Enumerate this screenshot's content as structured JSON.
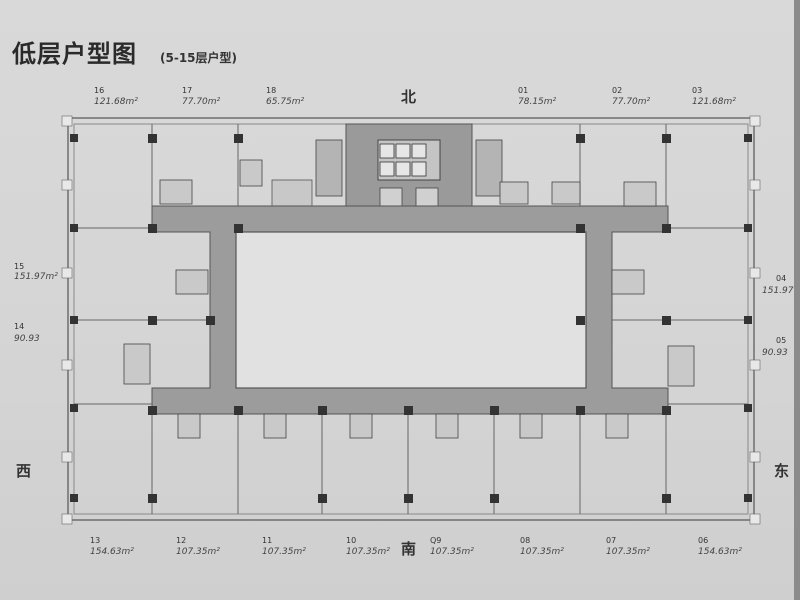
{
  "title": "低层户型图",
  "subtitle": "(5-15层户型)",
  "directions": {
    "north": "北",
    "south": "南",
    "west": "西",
    "east": "东"
  },
  "units": [
    {
      "no": "16",
      "area": "121.68m²"
    },
    {
      "no": "17",
      "area": "77.70m²"
    },
    {
      "no": "18",
      "area": "65.75m²"
    },
    {
      "no": "01",
      "area": "78.15m²"
    },
    {
      "no": "02",
      "area": "77.70m²"
    },
    {
      "no": "03",
      "area": "121.68m²"
    },
    {
      "no": "15",
      "area": "151.97m²"
    },
    {
      "no": "14",
      "area": "90.93"
    },
    {
      "no": "04",
      "area": "151.97"
    },
    {
      "no": "05",
      "area": "90.93"
    },
    {
      "no": "13",
      "area": "154.63m²"
    },
    {
      "no": "12",
      "area": "107.35m²"
    },
    {
      "no": "11",
      "area": "107.35m²"
    },
    {
      "no": "10",
      "area": "107.35m²"
    },
    {
      "no": "Q9",
      "area": "107.35m²"
    },
    {
      "no": "08",
      "area": "107.35m²"
    },
    {
      "no": "07",
      "area": "107.35m²"
    },
    {
      "no": "06",
      "area": "154.63m²"
    }
  ]
}
